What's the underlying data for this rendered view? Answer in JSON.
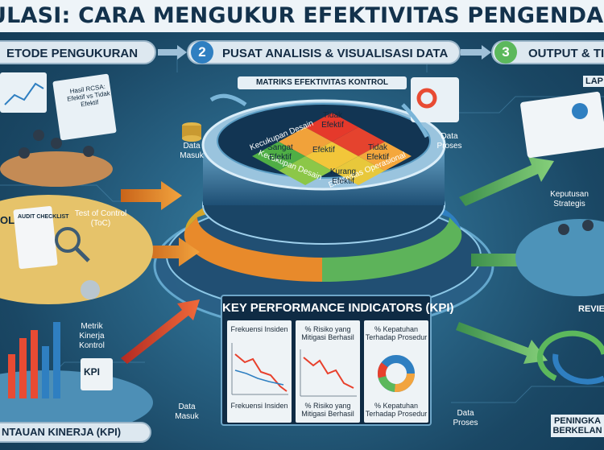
{
  "title": "ULASI: CARA MENGUKUR EFEKTIVITAS PENGENDALIAN RI",
  "steps": [
    {
      "number": "",
      "label": "ETODE PENGUKURAN"
    },
    {
      "number": "2",
      "label": "PUSAT ANALISIS & VISUALISASI DATA"
    },
    {
      "number": "3",
      "label": "OUTPUT & TIN"
    }
  ],
  "left": {
    "screen_text": "Hasil RCSA: Efektif vs Tidak Efektif",
    "checklist_title": "AUDIT CHECKLIST",
    "toc_label": "Test of Control (ToC)",
    "partial_label": "OL",
    "metric_label": "Metrik Kinerja Kontrol",
    "kpi_screen": "KPI",
    "bottom_label": "NTAUAN KINERJA (KPI)"
  },
  "center": {
    "matrix_title": "MATRIKS EFEKTIVITAS KONTROL",
    "axis_left": "Kecukupan Desain",
    "axis_left_bottom": "Kecukupan Desain",
    "axis_bottom": "Efektivitas Operasional",
    "cells": {
      "top": "Tidak Efektif",
      "left": "Sangat Efektif",
      "center": "Efektif",
      "right": "Tidak Efektif",
      "bottom": "Kurang Efektif"
    },
    "data_in": "Data Masuk",
    "data_proc": "Data Proses",
    "kpi_title": "KEY PERFORMANCE INDICATORS (KPI)",
    "kpi_panels": [
      {
        "top": "Frekuensi Insiden",
        "bottom": "Frekuensi Insiden"
      },
      {
        "top": "% Risiko yang Mitigasi Berhasil",
        "bottom": "% Risiko yang Mitigasi Berhasil"
      },
      {
        "top": "% Kepatuhan Terhadap Prosedur",
        "bottom": "% Kepatuhan Terhadap Prosedur"
      }
    ],
    "bottom_data_in": "Data Masuk",
    "bottom_data_proc": "Data Proses"
  },
  "right": {
    "report_label": "LAP",
    "decision_label": "Keputusan Strategis",
    "review_label": "REVIE",
    "improve_label": "PENINGKA BERKELAN"
  },
  "colors": {
    "accent_green": "#5cb85c",
    "accent_blue": "#2f7fc1",
    "accent_orange": "#e8892b",
    "title_text": "#13324c"
  }
}
